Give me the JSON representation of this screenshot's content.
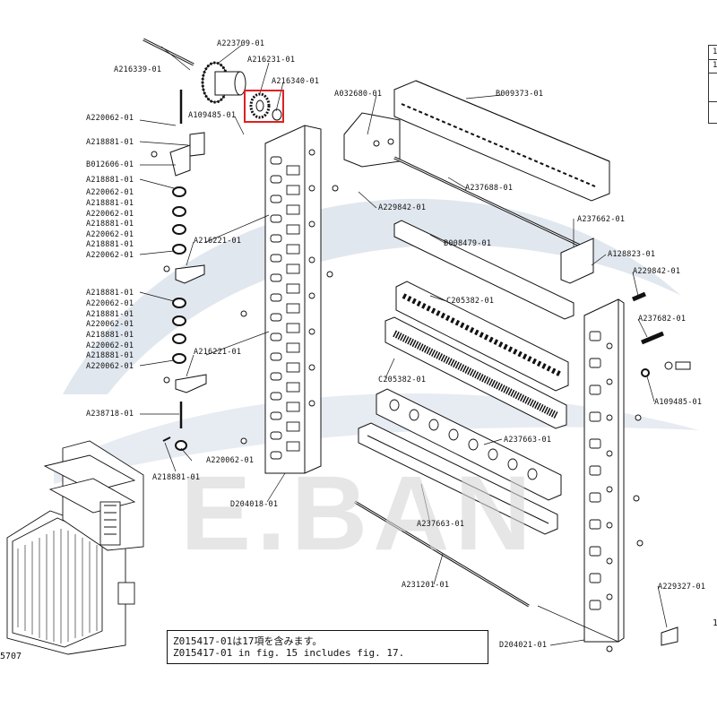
{
  "diagram": {
    "colors": {
      "line": "#111111",
      "highlight": "#e02020",
      "watermark": "#c9d3e2"
    },
    "watermark_text": "E.BAN",
    "highlighted_part": "A216340-01",
    "labels": [
      {
        "id": "a223709",
        "text": "A223709-01"
      },
      {
        "id": "a216339",
        "text": "A216339-01"
      },
      {
        "id": "a216231",
        "text": "A216231-01"
      },
      {
        "id": "a216340",
        "text": "A216340-01"
      },
      {
        "id": "a109485_1",
        "text": "A109485-01"
      },
      {
        "id": "a220062_1",
        "text": "A220062-01"
      },
      {
        "id": "a218881_1",
        "text": "A218881-01"
      },
      {
        "id": "b012606",
        "text": "B012606-01"
      },
      {
        "id": "a218881_2",
        "text": "A218881-01"
      },
      {
        "id": "a220062_2",
        "text": "A220062-01"
      },
      {
        "id": "a218881_3",
        "text": "A218881-01"
      },
      {
        "id": "a220062_3",
        "text": "A220062-01"
      },
      {
        "id": "a218881_4",
        "text": "A218881-01"
      },
      {
        "id": "a220062_4",
        "text": "A220062-01"
      },
      {
        "id": "a218881_5",
        "text": "A218881-01"
      },
      {
        "id": "a220062_5",
        "text": "A220062-01"
      },
      {
        "id": "a216221_1",
        "text": "A216221-01"
      },
      {
        "id": "a218881_6",
        "text": "A218881-01"
      },
      {
        "id": "a220062_6",
        "text": "A220062-01"
      },
      {
        "id": "a218881_7",
        "text": "A218881-01"
      },
      {
        "id": "a220062_7",
        "text": "A220062-01"
      },
      {
        "id": "a218881_8",
        "text": "A218881-01"
      },
      {
        "id": "a220062_8",
        "text": "A220062-01"
      },
      {
        "id": "a218881_9",
        "text": "A218881-01"
      },
      {
        "id": "a220062_9",
        "text": "A220062-01"
      },
      {
        "id": "a216221_2",
        "text": "A216221-01"
      },
      {
        "id": "a238718",
        "text": "A238718-01"
      },
      {
        "id": "a220062_10",
        "text": "A220062-01"
      },
      {
        "id": "a218881_10",
        "text": "A218881-01"
      },
      {
        "id": "d204018",
        "text": "D204018-01"
      },
      {
        "id": "a032680",
        "text": "A032680-01"
      },
      {
        "id": "b009373",
        "text": "B009373-01"
      },
      {
        "id": "a229842_1",
        "text": "A229842-01"
      },
      {
        "id": "a237688",
        "text": "A237688-01"
      },
      {
        "id": "a237662",
        "text": "A237662-01"
      },
      {
        "id": "b008479",
        "text": "B008479-01"
      },
      {
        "id": "a128823",
        "text": "A128823-01"
      },
      {
        "id": "a229842_2",
        "text": "A229842-01"
      },
      {
        "id": "c205382_1",
        "text": "C205382-01"
      },
      {
        "id": "a237682",
        "text": "A237682-01"
      },
      {
        "id": "c205382_2",
        "text": "C205382-01"
      },
      {
        "id": "a109485_2",
        "text": "A109485-01"
      },
      {
        "id": "a237663_1",
        "text": "A237663-01"
      },
      {
        "id": "a237663_2",
        "text": "A237663-01"
      },
      {
        "id": "a231201",
        "text": "A231201-01"
      },
      {
        "id": "a229327",
        "text": "A229327-01"
      },
      {
        "id": "d204021",
        "text": "D204021-01"
      }
    ],
    "note": {
      "line1": "Z015417-01は17項を含みます。",
      "line2": "Z015417-01 in fig. 15 includes fig. 17."
    },
    "page_number": "5707",
    "right_edge_mark": "1",
    "table_fragment": [
      "1",
      "1"
    ]
  }
}
